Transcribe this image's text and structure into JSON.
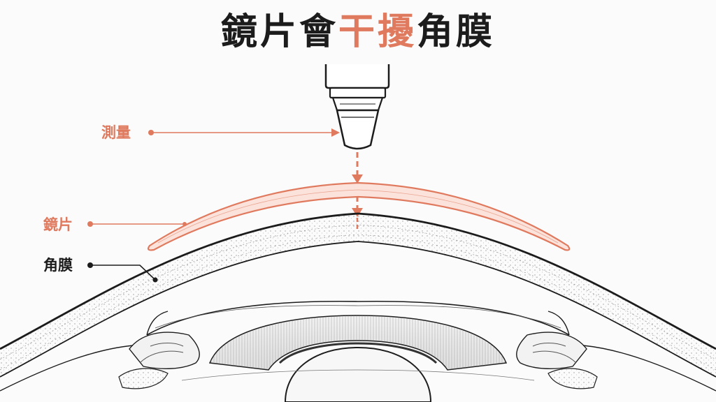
{
  "title": {
    "part1": "鏡片會",
    "highlight": "干擾",
    "part2": "角膜"
  },
  "labels": {
    "measure": "測量",
    "lens": "鏡片",
    "cornea": "角膜"
  },
  "colors": {
    "accent": "#e07a5f",
    "ink": "#1c1c1c",
    "lens_fill": "#fbe3db"
  }
}
